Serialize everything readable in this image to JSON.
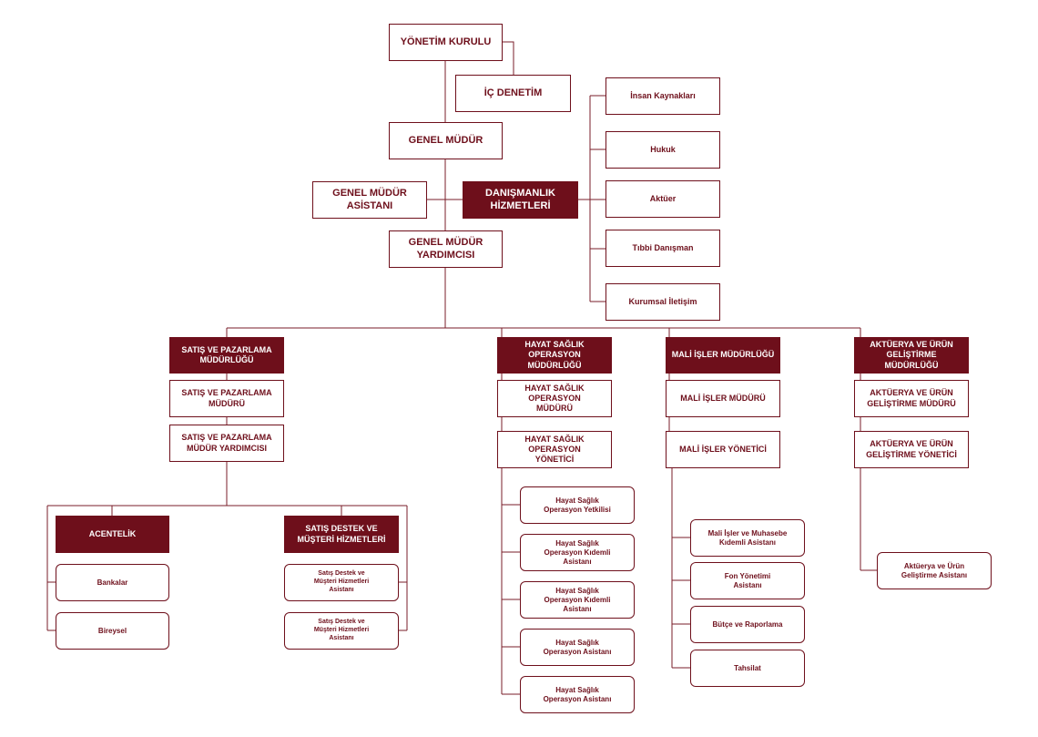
{
  "colors": {
    "accent": "#6e0f1b",
    "line": "#7a1e28",
    "background": "#ffffff"
  },
  "top": {
    "board": "YÖNETİM KURULU",
    "internal_audit": "İÇ DENETİM",
    "general_manager": "GENEL MÜDÜR",
    "gm_assistant": "GENEL MÜDÜR\nASİSTANI",
    "consulting": "DANIŞMANLIK\nHİZMETLERİ",
    "deputy_gm": "GENEL MÜDÜR\nYARDIMCISI"
  },
  "consulting_units": [
    "İnsan Kaynakları",
    "Hukuk",
    "Aktüer",
    "Tıbbi Danışman",
    "Kurumsal İletişim"
  ],
  "sales": {
    "header": "SATIŞ VE PAZARLAMA\nMÜDÜRLÜĞÜ",
    "manager": "SATIŞ VE PAZARLAMA\nMÜDÜRÜ",
    "deputy": "SATIŞ VE PAZARLAMA\nMÜDÜR YARDIMCISI",
    "agency": {
      "header": "ACENTELİK",
      "items": [
        "Bankalar",
        "Bireysel"
      ]
    },
    "support": {
      "header": "SATIŞ DESTEK VE\nMÜŞTERİ HİZMETLERİ",
      "items": [
        "Satış Destek ve\nMüşteri Hizmetleri\nAsistanı",
        "Satış Destek ve\nMüşteri Hizmetleri\nAsistanı"
      ]
    }
  },
  "health": {
    "header": "HAYAT SAĞLIK OPERASYON\nMÜDÜRLÜĞÜ",
    "manager": "HAYAT SAĞLIK OPERASYON\nMÜDÜRÜ",
    "executive": "HAYAT SAĞLIK OPERASYON\nYÖNETİCİ",
    "items": [
      "Hayat Sağlık\nOperasyon Yetkilisi",
      "Hayat Sağlık\nOperasyon Kıdemli\nAsistanı",
      "Hayat Sağlık\nOperasyon Kıdemli\nAsistanı",
      "Hayat Sağlık\nOperasyon Asistanı",
      "Hayat Sağlık\nOperasyon Asistanı"
    ]
  },
  "finance": {
    "header": "MALİ İŞLER MÜDÜRLÜĞÜ",
    "manager": "MALİ İŞLER MÜDÜRÜ",
    "executive": "MALİ İŞLER YÖNETİCİ",
    "items": [
      "Mali İşler ve Muhasebe\nKıdemli Asistanı",
      "Fon Yönetimi\nAsistanı",
      "Bütçe ve Raporlama",
      "Tahsilat"
    ]
  },
  "actuary": {
    "header": "AKTÜERYA VE ÜRÜN\nGELİŞTİRME MÜDÜRLÜĞÜ",
    "manager": "AKTÜERYA VE ÜRÜN\nGELİŞTİRME MÜDÜRÜ",
    "executive": "AKTÜERYA VE ÜRÜN\nGELİŞTİRME YÖNETİCİ",
    "items": [
      "Aktüerya ve Ürün\nGeliştirme Asistanı"
    ]
  }
}
